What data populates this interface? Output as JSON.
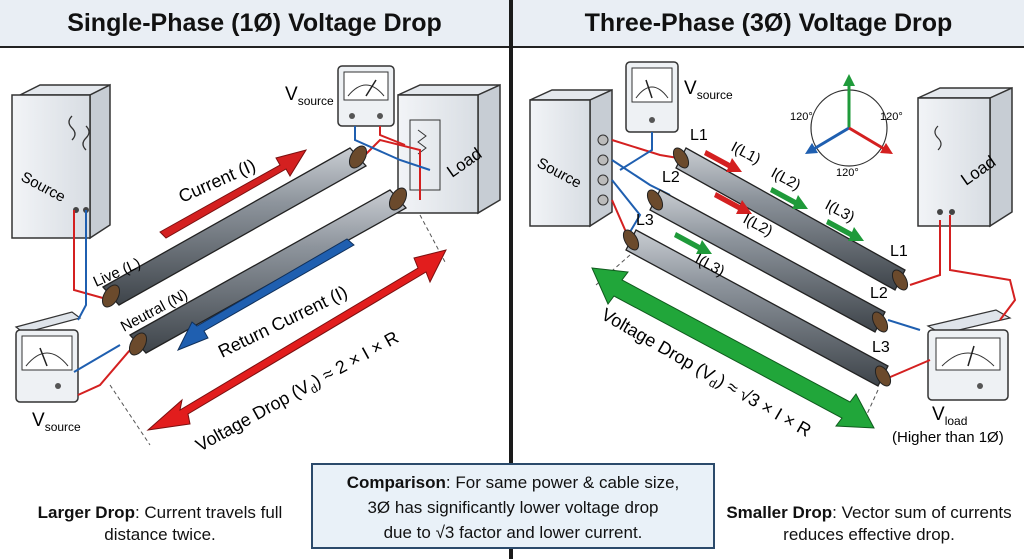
{
  "single_phase": {
    "title": "Single-Phase (1Ø) Voltage Drop",
    "source_label": "Source",
    "load_label": "Load",
    "vsource_top": {
      "main": "V",
      "sub": "source"
    },
    "vsource_bottom": {
      "main": "V",
      "sub": "source"
    },
    "current_label": "Current (I)",
    "return_current_label": "Return Current (I)",
    "live_label": "Live (L)",
    "neutral_label": "Neutral (N)",
    "formula": {
      "prefix": "Voltage Drop (V",
      "sub": "d",
      "suffix": ") ≈ 2 × I × R"
    },
    "note": {
      "bold": "Larger Drop",
      "text": ": Current travels full distance twice."
    }
  },
  "three_phase": {
    "title": "Three-Phase (3Ø) Voltage Drop",
    "source_label": "Source",
    "load_label": "Load",
    "vsource": {
      "main": "V",
      "sub": "source"
    },
    "vload": {
      "main": "V",
      "sub": "load"
    },
    "vload_note": "(Higher than 1Ø)",
    "line_labels": [
      "L1",
      "L2",
      "L3"
    ],
    "current_labels": [
      "I(L1)",
      "I(L2)",
      "I(L3)"
    ],
    "angle_labels": [
      "120°",
      "120°",
      "120°"
    ],
    "formula": {
      "prefix": "Voltage Drop (V",
      "sub": "d",
      "suffix": ") ≈ √3 × I × R"
    },
    "note": {
      "bold": "Smaller Drop",
      "text": ": Vector sum of currents reduces effective drop."
    }
  },
  "comparison": {
    "bold": "Comparison",
    "line1": ": For same power & cable size,",
    "line2": "3Ø has significantly lower voltage drop",
    "line3": "due to √3 factor and lower current."
  },
  "colors": {
    "red": "#d42020",
    "blue": "#1f5fb0",
    "green": "#1f9a3a",
    "header_bg": "#e9eef4"
  }
}
